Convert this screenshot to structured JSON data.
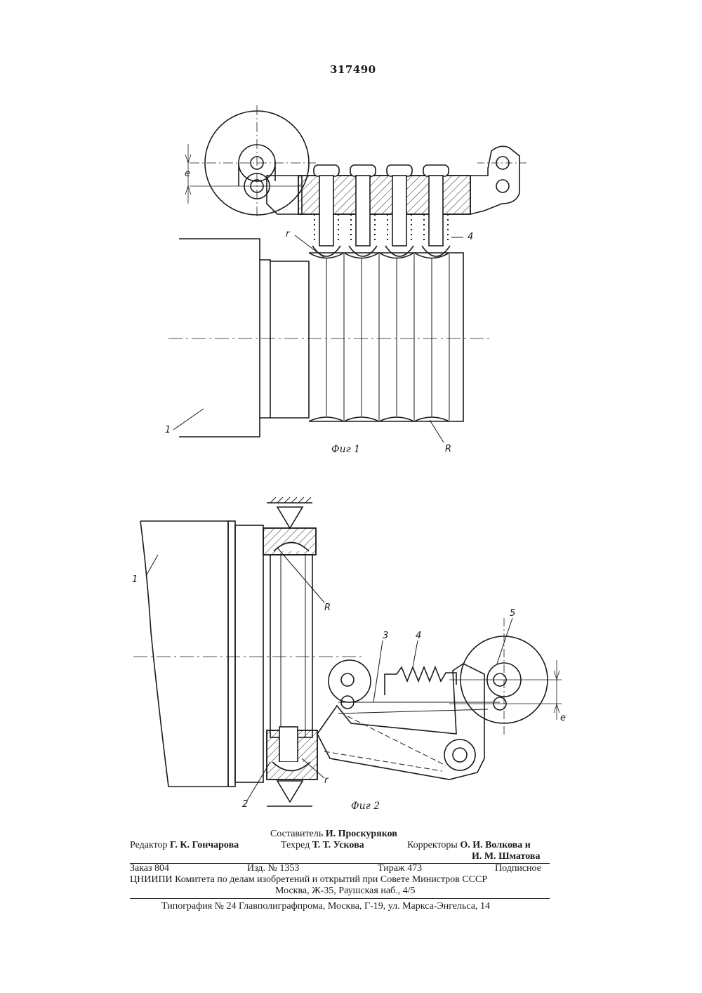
{
  "patent_number": "317490",
  "figure1": {
    "caption": "Фиг 1",
    "refs": {
      "one": "1",
      "four": "4",
      "r": "r",
      "R": "R",
      "e": "е"
    }
  },
  "figure2": {
    "caption": "Фиг 2",
    "refs": {
      "one": "1",
      "two": "2",
      "three": "3",
      "four": "4",
      "five": "5",
      "r": "r",
      "R": "R",
      "e": "е"
    }
  },
  "imprint": {
    "compiler_label": "Составитель",
    "compiler_name": "И. Проскуряков",
    "editor_label": "Редактор",
    "editor_name": "Г. К. Гончарова",
    "techred_label": "Техред",
    "techred_name": "Т. Т. Ускова",
    "correctors_label": "Корректоры",
    "corrector_1": "О. И. Волкова",
    "corrector_conj": "и",
    "corrector_2": "И. М. Шматова",
    "order": "Заказ 804",
    "publication": "Изд. № 1353",
    "circulation": "Тираж 473",
    "subscription": "Подписное",
    "org_line": "ЦНИИПИ Комитета по делам изобретений и открытий при Совете Министров СССР",
    "address_line": "Москва, Ж-35, Раушская наб., 4/5",
    "printer_line": "Типография № 24 Главполиграфпрома, Москва, Г-19, ул. Маркса-Энгельса, 14"
  }
}
